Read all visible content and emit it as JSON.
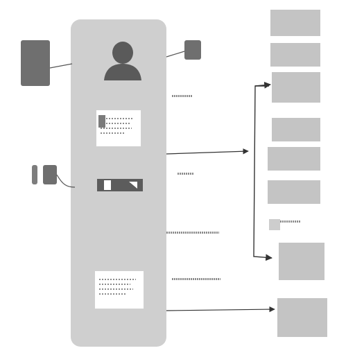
{
  "diagram": {
    "nodes": [
      {
        "id": "center-panel",
        "kind": "panel"
      },
      {
        "id": "avatar",
        "kind": "icon",
        "icon": "person-icon"
      },
      {
        "id": "left-device",
        "kind": "box"
      },
      {
        "id": "small-handle",
        "kind": "box"
      },
      {
        "id": "left-bars",
        "kind": "box"
      },
      {
        "id": "card-top",
        "kind": "card"
      },
      {
        "id": "tab-control",
        "kind": "box"
      },
      {
        "id": "card-bottom",
        "kind": "card"
      },
      {
        "id": "right-1",
        "kind": "box"
      },
      {
        "id": "right-2",
        "kind": "box"
      },
      {
        "id": "right-3",
        "kind": "box"
      },
      {
        "id": "right-4",
        "kind": "box"
      },
      {
        "id": "right-5",
        "kind": "box"
      },
      {
        "id": "right-6",
        "kind": "box"
      },
      {
        "id": "right-7",
        "kind": "box"
      },
      {
        "id": "right-8",
        "kind": "box"
      },
      {
        "id": "right-9",
        "kind": "box"
      }
    ],
    "colors": {
      "panel": "#cfcfcf",
      "box": "#c4c4c4",
      "dark": "#6f6f6f",
      "line": "#333333",
      "background": "#ffffff"
    }
  }
}
